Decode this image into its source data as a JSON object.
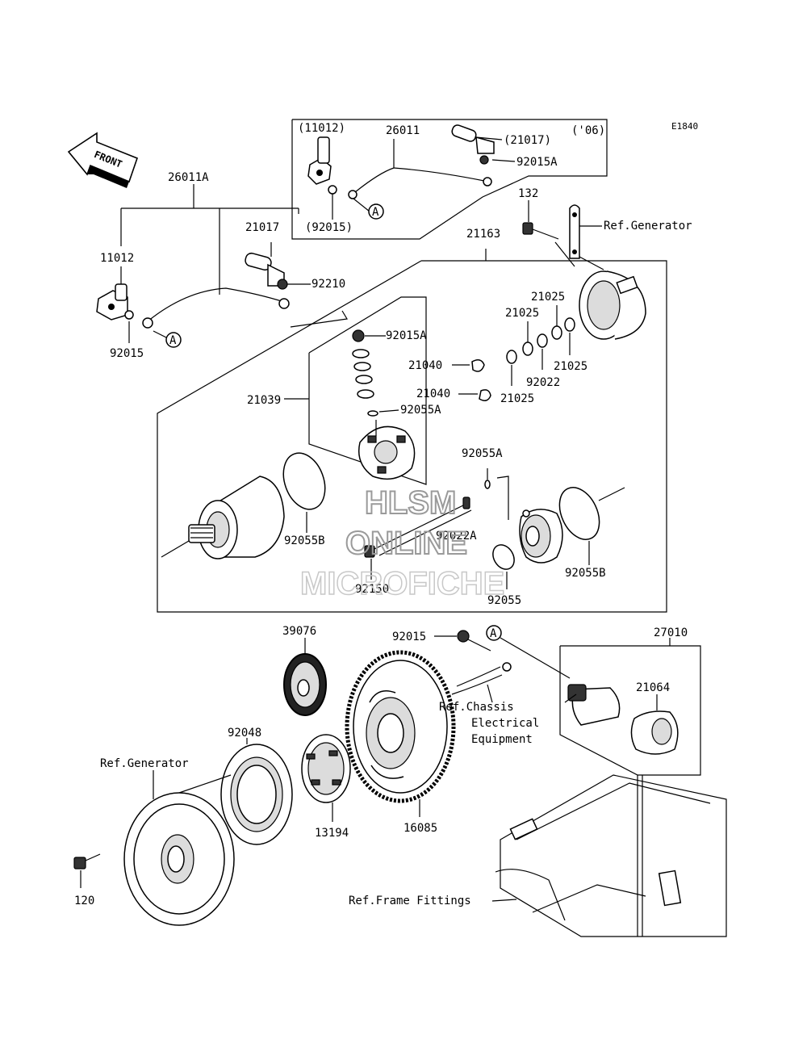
{
  "diagram_code": "E1840",
  "front_label": "FRONT",
  "inset": {
    "labels": [
      "(11012)",
      "26011",
      "(21017)",
      "('06)",
      "92015A",
      "(92015)",
      "A"
    ]
  },
  "callout_markers": [
    "A",
    "A",
    "A"
  ],
  "part_labels": {
    "p26011A": "26011A",
    "p11012": "11012",
    "p21017": "21017",
    "p92210": "92210",
    "p92015_left": "92015",
    "p132": "132",
    "p21163": "21163",
    "p92015A": "92015A",
    "p21025_a": "21025",
    "p21025_b": "21025",
    "p21025_c": "21025",
    "p21025_d": "21025",
    "p92022": "92022",
    "p21040_a": "21040",
    "p21040_b": "21040",
    "p21039": "21039",
    "p92055A_a": "92055A",
    "p92055A_b": "92055A",
    "p92055B_a": "92055B",
    "p92055B_b": "92055B",
    "p92022A": "92022A",
    "p92150": "92150",
    "p92055": "92055",
    "p39076": "39076",
    "p92015_bottom": "92015",
    "p27010": "27010",
    "p21064": "21064",
    "p92048": "92048",
    "p13194": "13194",
    "p16085": "16085",
    "p120": "120"
  },
  "references": {
    "generator_top": "Ref.Generator",
    "generator_bottom": "Ref.Generator",
    "chassis_line1": "Ref.Chassis",
    "chassis_line2": "Electrical",
    "chassis_line3": "Equipment",
    "frame": "Ref.Frame Fittings"
  },
  "watermark": {
    "line1": "HLSM",
    "line2": "ONLINE",
    "line3": "MICROFICHE"
  }
}
